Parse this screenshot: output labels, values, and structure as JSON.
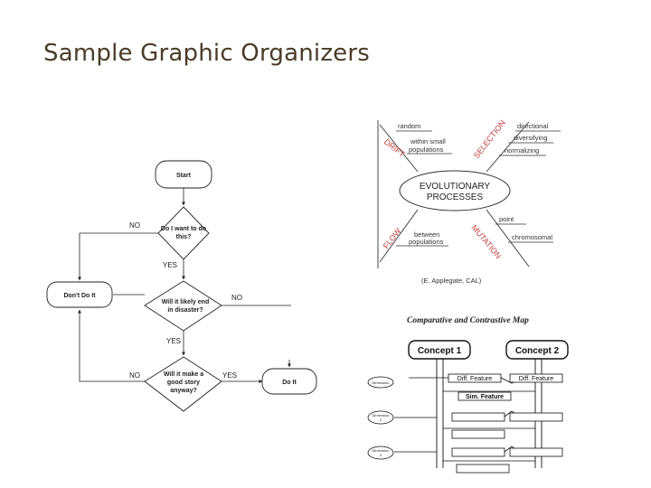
{
  "slide": {
    "title": "Sample Graphic Organizers"
  },
  "flowchart": {
    "start": "Start",
    "q1": [
      "Do I want to do",
      "this?"
    ],
    "q2": [
      "Will it likely end",
      "in disaster?"
    ],
    "q3": [
      "Will it make a",
      "good story",
      "anyway?"
    ],
    "dont": "Don't Do It",
    "doit": "Do It",
    "labels": {
      "no1": "NO",
      "yes1": "YES",
      "no2": "NO",
      "yes2": "YES",
      "no3": "NO",
      "yes3": "YES"
    }
  },
  "evolution": {
    "center": [
      "EVOLUTIONARY",
      "PROCESSES"
    ],
    "drift": "DRIFT",
    "selection": "SELECTION",
    "flow": "FLOW",
    "mutation": "MUTATION",
    "drift_items": [
      "random",
      "within small",
      "populations"
    ],
    "selection_items": [
      "directional",
      "diversifying",
      "normalizing"
    ],
    "flow_items": [
      "between",
      "populations"
    ],
    "mutation_items": [
      "point",
      "chromosomal"
    ],
    "credit": "(E. Applegate, CAL)"
  },
  "concept_map": {
    "title": "Comparative and Contrastive Map",
    "concept1": "Concept 1",
    "concept2": "Concept 2",
    "diff_left": "Diff. Feature",
    "diff_right": "Diff. Feature",
    "sim": "Sim. Feature",
    "dim1": "Dimension",
    "dim2": [
      "Dimension",
      "2"
    ],
    "dim3": [
      "Dimension",
      "3"
    ]
  }
}
